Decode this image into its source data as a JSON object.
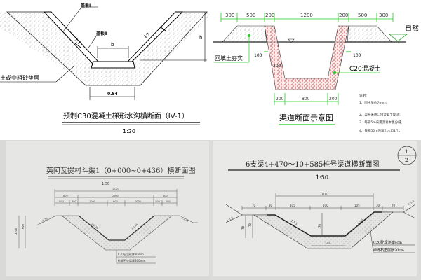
{
  "panel1": {
    "cover_plate_1": "盖板Ⅰ",
    "cover_plate_2": "盖板Ⅱ",
    "slope_left": "1:1",
    "slope_right": "1:1",
    "bottom_width": "b",
    "height": "h",
    "bedding_label": "土或中粗砂垫层",
    "base_width": "0.54",
    "title": "预制C30混凝土梯形水沟横断面（IV-1）",
    "scale": "1:20"
  },
  "panel2": {
    "top_dims": [
      "300",
      "500",
      "200",
      "1200",
      "200",
      "500",
      "300"
    ],
    "natural_ground": "自然",
    "backfill_label": "回填土夯实",
    "offset_left": "100",
    "offset_right": "100",
    "wall_thickness": "200",
    "concrete_label": "C20混凝土",
    "bottom_dims": [
      "200",
      "800",
      "200"
    ],
    "title": "渠道断面示意图",
    "notes": [
      "说明：",
      "1、图中单位为mm；",
      "2、渠身采用C20混凝土现浇；",
      "3、每隔5m采用沥青木板分缝，",
      "4、每隔50m预留出水口1个，"
    ],
    "colors": {
      "dimension": "#22cc22",
      "concrete": "#d42020"
    }
  },
  "panel3": {
    "title": "英阿瓦提村斗渠1（0+000~0+436）横断面图",
    "scale": "1:50",
    "total_dim": "4200",
    "mid_dims": [
      "800",
      "2600",
      "800"
    ],
    "sub_dims": [
      "500",
      "300",
      "1000",
      "600",
      "1000",
      "300",
      "500"
    ],
    "slopes": [
      "1:1.25",
      "1:1.25",
      "1:1.25",
      "1:1.25"
    ],
    "heights": [
      "1100",
      "600"
    ],
    "lining_label": "C20现浇砼厚80mm",
    "bedding_label": "砂砾石垫层厚300mm"
  },
  "panel4": {
    "title": "6支渠4+470～10+585桩号渠道横断面图",
    "sheet_top": "1",
    "sheet_bottom": "2",
    "scale": "1:50",
    "total_dim": "310",
    "dims": [
      "70",
      "30",
      "105",
      "100",
      "105",
      "30",
      "70"
    ],
    "slopes": [
      "1:1.5",
      "1:1.5",
      "1:1.5",
      "1:1.5"
    ],
    "depth": "70",
    "depth_outer": "78",
    "bottom_dim": "105",
    "lining_label": "C20砼现浇板8cm",
    "bedding_label": "砂砾石垫层厚30cm"
  }
}
